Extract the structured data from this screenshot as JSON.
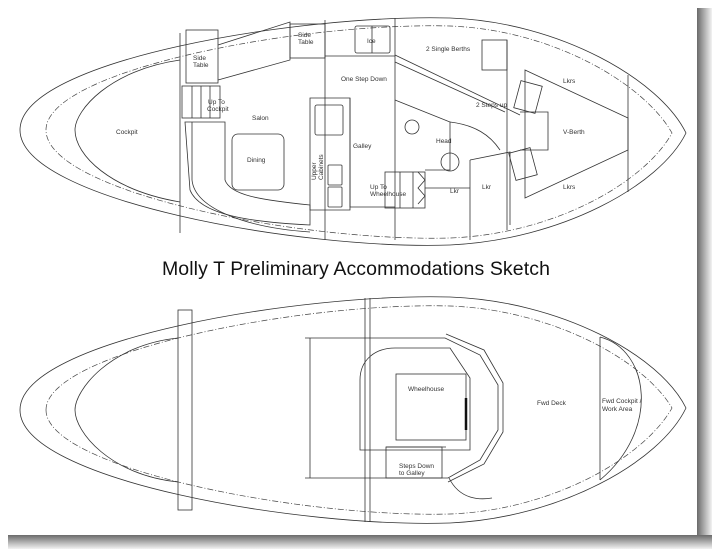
{
  "title": "Molly T Preliminary Accommodations Sketch",
  "upper_plan": {
    "name": "accommodations-deck-plan",
    "labels": {
      "cockpit": "Cockpit",
      "side_table_1_a": "Side",
      "side_table_1_b": "Table",
      "side_table_2_a": "Side",
      "side_table_2_b": "Table",
      "up_to_cockpit_a": "Up To",
      "up_to_cockpit_b": "Cockpit",
      "salon": "Salon",
      "dining": "Dining",
      "ice": "Ice",
      "one_step_down": "One Step Down",
      "galley": "Galley",
      "upper_cabinets_a": "Upper",
      "upper_cabinets_b": "Cabinets",
      "up_to_wheelhouse_a": "Up To",
      "up_to_wheelhouse_b": "Wheelhouse",
      "single_berths": "2 Single Berths",
      "steps_up": "2 Steps up",
      "head": "Head",
      "lkr_1": "Lkr",
      "lkr_2": "Lkr",
      "lkrs_top": "Lkrs",
      "lkrs_bottom": "Lkrs",
      "v_berth": "V-Berth"
    }
  },
  "lower_plan": {
    "name": "wheelhouse-deck-plan",
    "labels": {
      "wheelhouse": "Wheelhouse",
      "steps_down_a": "Steps Down",
      "steps_down_b": "to Galley",
      "fwd_deck": "Fwd Deck",
      "fwd_cockpit_a": "Fwd Cockpit /",
      "fwd_cockpit_b": "Work Area"
    }
  },
  "colors": {
    "background": "#ffffff",
    "line": "#333333",
    "shadow": "#6a6a6a"
  }
}
